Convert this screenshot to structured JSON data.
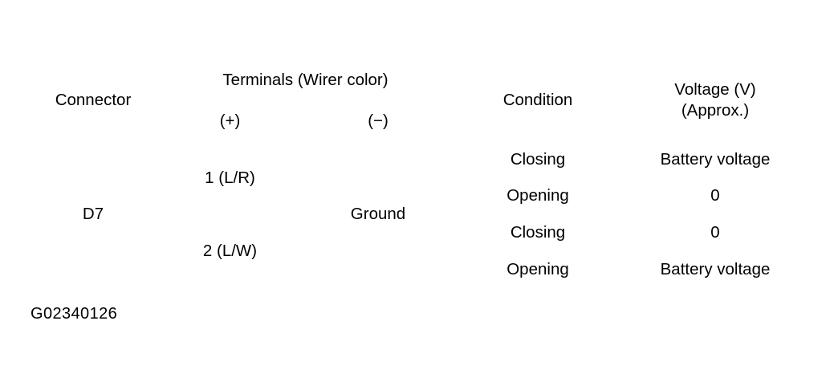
{
  "document": {
    "figure_id": "G02340126"
  },
  "table": {
    "headers": {
      "connector": "Connector",
      "terminals_group": "Terminals (Wirer color)",
      "terminal_positive": "(+)",
      "terminal_negative": "(−)",
      "condition": "Condition",
      "voltage_line1": "Voltage (V)",
      "voltage_line2": "(Approx.)"
    },
    "body": {
      "connector": "D7",
      "negative_terminal": "Ground",
      "terminal_groups": [
        {
          "terminal": "1 (L/R)",
          "rows": [
            {
              "condition": "Closing",
              "voltage": "Battery voltage"
            },
            {
              "condition": "Opening",
              "voltage": "0"
            }
          ]
        },
        {
          "terminal": "2 (L/W)",
          "rows": [
            {
              "condition": "Closing",
              "voltage": "0"
            },
            {
              "condition": "Opening",
              "voltage": "Battery voltage"
            }
          ]
        }
      ]
    }
  }
}
